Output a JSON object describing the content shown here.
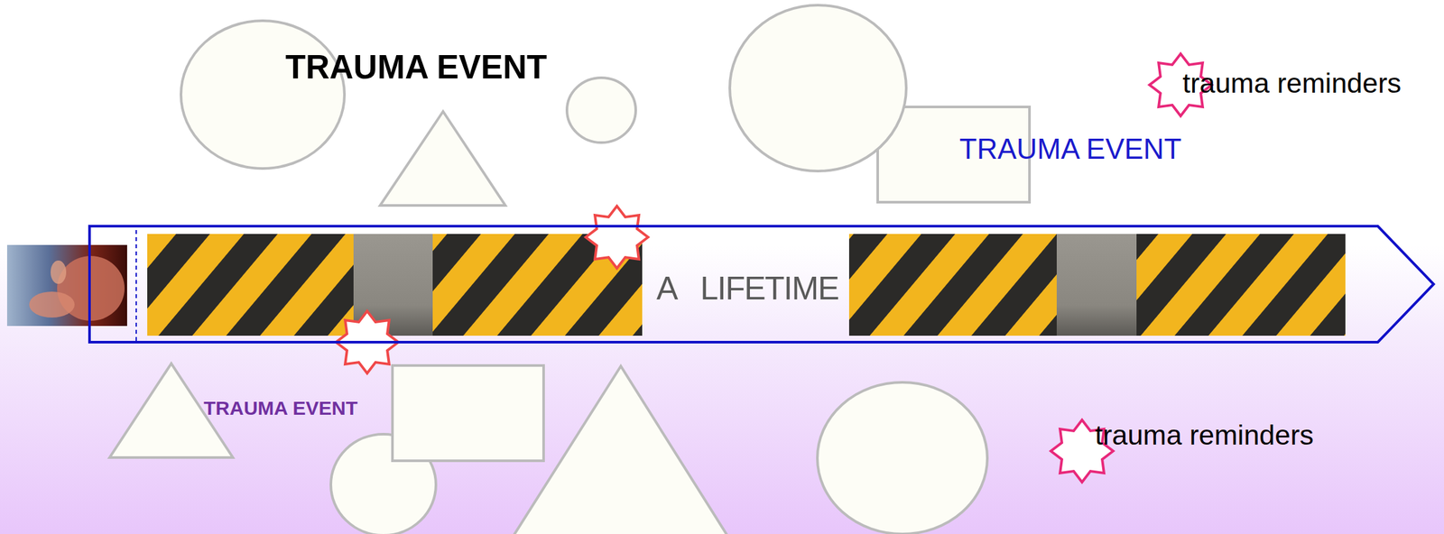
{
  "diagram": {
    "nodes": [
      {
        "text": [
          "A LIFETIME"
        ]
      }
    ],
    "labels": [
      "TRAUMA EVENT",
      "trauma reminders",
      "TRAUMA EVENT",
      "TRAUMA EVENT",
      "trauma reminders"
    ]
  }
}
